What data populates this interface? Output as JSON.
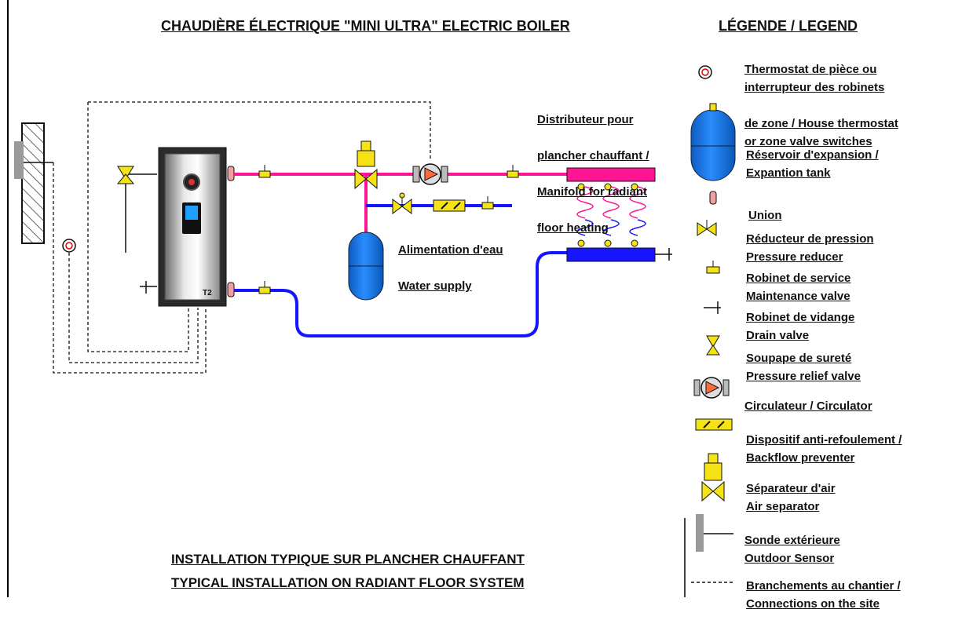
{
  "title": "CHAUDIÈRE ÉLECTRIQUE \"MINI ULTRA\" ELECTRIC BOILER",
  "legend_title": "LÉGENDE / LEGEND",
  "bottom_title": {
    "line1": "INSTALLATION TYPIQUE SUR PLANCHER CHAUFFANT",
    "line2": "TYPICAL INSTALLATION ON RADIANT FLOOR SYSTEM"
  },
  "diagram_labels": {
    "manifold": [
      "Distributeur pour",
      "plancher chauffant /",
      "Manifold for radiant",
      "floor heating"
    ],
    "water_supply": [
      "Alimentation d'eau",
      "Water supply"
    ],
    "boiler_badge": "T2"
  },
  "legend": [
    {
      "icon": "thermostat-icon",
      "lines": [
        "Thermostat de pièce ou",
        "interrupteur des robinets",
        "de zone / House thermostat",
        "or zone valve switches"
      ]
    },
    {
      "icon": "expansion-tank-icon",
      "lines": [
        "Réservoir d'expansion /",
        "Expantion tank"
      ]
    },
    {
      "icon": "union-icon",
      "lines": [
        "Union"
      ]
    },
    {
      "icon": "pressure-reducer-icon",
      "lines": [
        "Réducteur de pression",
        "Pressure reducer"
      ]
    },
    {
      "icon": "maintenance-valve-icon",
      "lines": [
        "Robinet de service",
        "Maintenance valve"
      ]
    },
    {
      "icon": "drain-valve-icon",
      "lines": [
        "Robinet de vidange",
        "Drain valve"
      ]
    },
    {
      "icon": "pressure-relief-valve-icon",
      "lines": [
        "Soupape de sureté",
        "Pressure relief valve"
      ]
    },
    {
      "icon": "circulator-icon",
      "lines": [
        "Circulateur / Circulator"
      ]
    },
    {
      "icon": "backflow-preventer-icon",
      "lines": [
        "Dispositif anti-refoulement /",
        "Backflow preventer"
      ]
    },
    {
      "icon": "air-separator-icon",
      "lines": [
        "Séparateur d'air",
        "Air separator"
      ]
    },
    {
      "icon": "outdoor-sensor-icon",
      "lines": [
        "Sonde extérieure",
        "Outdoor Sensor"
      ]
    },
    {
      "icon": "site-connections-icon",
      "lines": [
        "Branchements au chantier /",
        "Connections on the site"
      ]
    }
  ],
  "colors": {
    "hot_pipe": "#ff1493",
    "cold_pipe": "#1515ff",
    "tank": "#1177ee",
    "valve": "#f5e316",
    "boiler_body": "#2a2a2a",
    "boiler_screen": "#1ea0ff"
  }
}
